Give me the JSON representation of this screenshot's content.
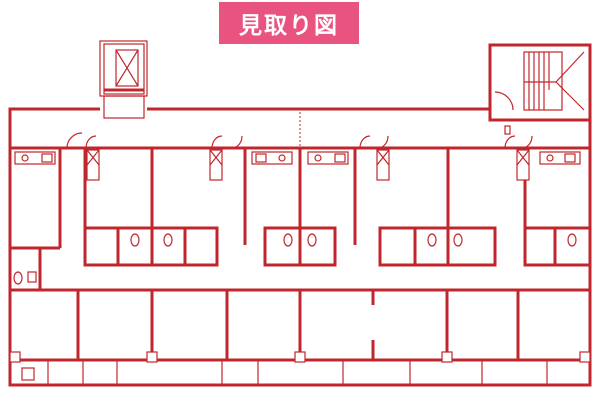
{
  "title_badge": {
    "label": "見取り図",
    "background_color": "#e8537f",
    "text_color": "#ffffff"
  },
  "floor_plan": {
    "line_color": "#c0272d",
    "background_color": "#ffffff",
    "elements": {
      "elevator_shaft": "elevator-x-box-top-left",
      "stairwell": "staircase-top-right",
      "corridor": "north-corridor",
      "units_upper_row": 6,
      "rooms_lower_row": 8,
      "balcony": "south-balcony"
    }
  }
}
